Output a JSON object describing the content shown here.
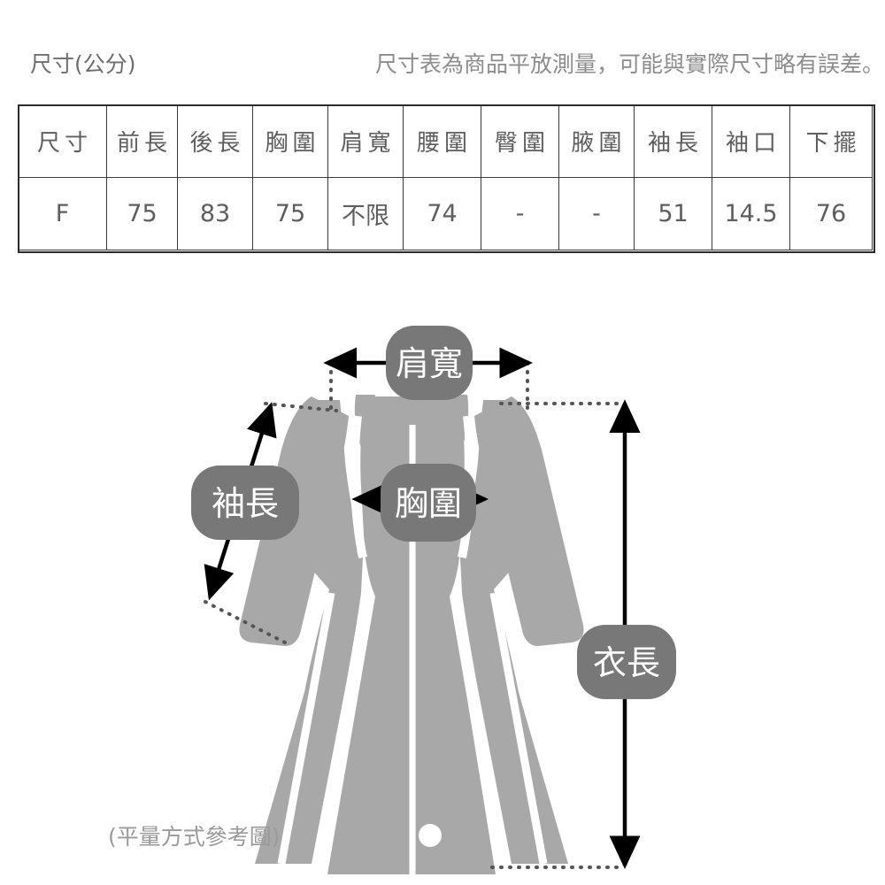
{
  "header": {
    "title": "尺寸(公分)",
    "note": "尺寸表為商品平放測量，可能與實際尺寸略有誤差。"
  },
  "size_table": {
    "columns": [
      "尺寸",
      "前長",
      "後長",
      "胸圍",
      "肩寬",
      "腰圍",
      "臀圍",
      "腋圍",
      "袖長",
      "袖口",
      "下擺"
    ],
    "rows": [
      {
        "size": "F",
        "front_length": "75",
        "back_length": "83",
        "bust": "75",
        "shoulder": "不限",
        "waist": "74",
        "hip": "-",
        "armhole": "-",
        "sleeve_length": "51",
        "cuff": "14.5",
        "hem": "76"
      }
    ],
    "cell_values": [
      "F",
      "75",
      "83",
      "75",
      "不限",
      "74",
      "-",
      "-",
      "51",
      "14.5",
      "76"
    ]
  },
  "diagram": {
    "caption": "(平量方式參考圖)",
    "labels": {
      "shoulder": "肩寬",
      "sleeve": "袖長",
      "bust": "胸圍",
      "length": "衣長"
    }
  },
  "colors": {
    "garment_gray": "#a8a8a8",
    "badge_gray": "#787878",
    "text_gray": "#6e6e6e",
    "note_gray": "#8c8c8c",
    "table_border": "#3a3a3a",
    "arrow_black": "#000000",
    "background": "#ffffff"
  }
}
